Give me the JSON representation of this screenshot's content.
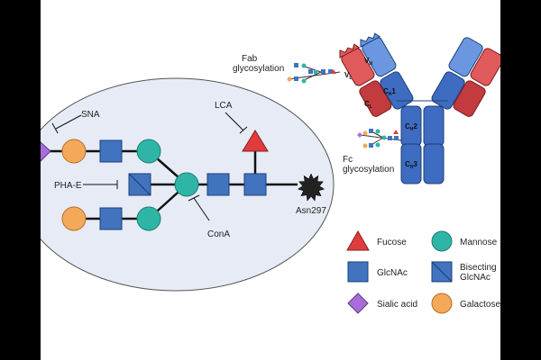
{
  "labels": {
    "sna": "SNA",
    "lca": "LCA",
    "pha_e": "PHA-E",
    "cona": "ConA",
    "asn297": "Asn297",
    "fab_line1": "Fab",
    "fab_line2": "glycosylation",
    "fc_line1": "Fc",
    "fc_line2": "glycosylation"
  },
  "domains": {
    "vh_main": "V",
    "vh_sub": "H",
    "vl_main": "V",
    "vl_sub": "L",
    "ch1_main": "C",
    "ch1_sub": "H",
    "ch1_suffix": "1",
    "cl_main": "C",
    "cl_sub": "L",
    "ch2_main": "C",
    "ch2_sub": "H",
    "ch2_suffix": "2",
    "ch3_main": "C",
    "ch3_sub": "H",
    "ch3_suffix": "3"
  },
  "legend": [
    {
      "symbol": "fucose",
      "label": "Fucose"
    },
    {
      "symbol": "mannose",
      "label": "Mannose"
    },
    {
      "symbol": "glcnac",
      "label": "GlcNAc"
    },
    {
      "symbol": "bisecting",
      "label_line1": "Bisecting",
      "label_line2": "GlcNAc"
    },
    {
      "symbol": "sialic",
      "label": "Sialic acid"
    },
    {
      "symbol": "galactose",
      "label": "Galactose"
    }
  ],
  "colors": {
    "heavy_chain": "#3d6cc0",
    "light_chain": "#c23b3e",
    "glcnac": "#4273bf",
    "mannose": "#2fb5a6",
    "fucose": "#e03c3c",
    "sialic": "#a86ddb",
    "galactose": "#f3a85a",
    "ellipse": "#e6ebf5"
  }
}
